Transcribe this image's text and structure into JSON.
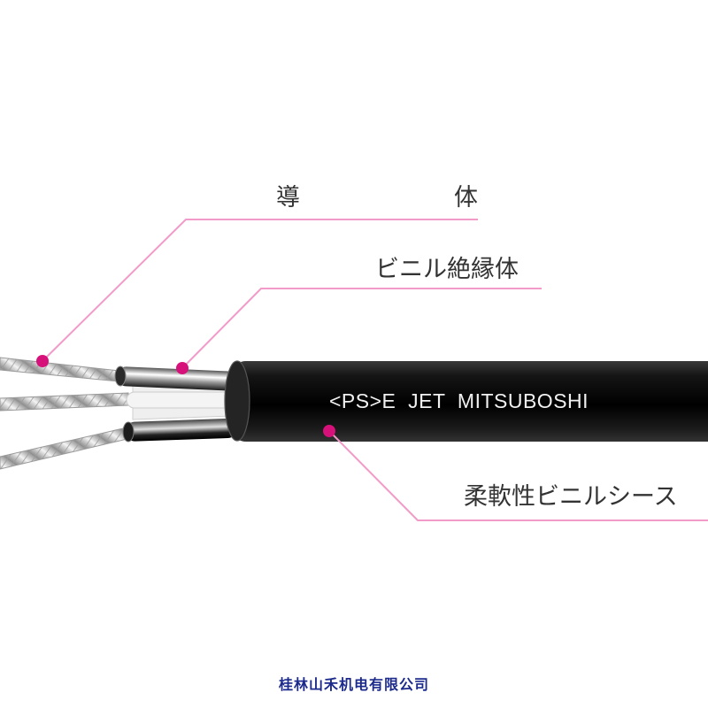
{
  "labels": {
    "conductor_left": "導",
    "conductor_right": "体",
    "insulation": "ビニル絶縁体",
    "sheath": "柔軟性ビニルシース"
  },
  "cable_print": "<PS>E  JET  MITSUBOSHI",
  "footer": "桂林山禾机电有限公司",
  "colors": {
    "leader_line": "#f29ac8",
    "marker_dot": "#d6127a",
    "sheath": "#1a1a1a",
    "footer_text": "#1c2a8c"
  }
}
